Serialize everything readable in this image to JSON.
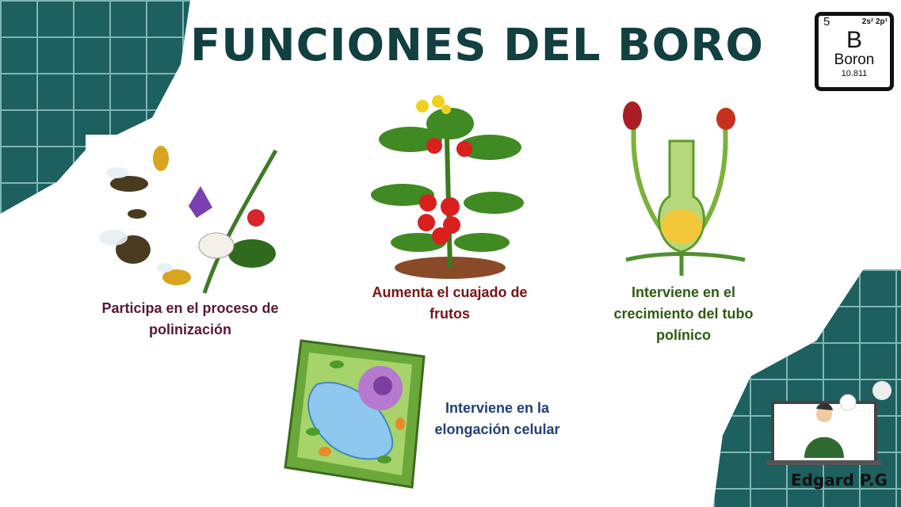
{
  "title": "FUNCIONES DEL BORO",
  "element": {
    "number": "5",
    "config": "2s² 2p¹",
    "symbol": "B",
    "name": "Boron",
    "mass": "10.811"
  },
  "functions": [
    {
      "label": "Participa en el proceso de polinización",
      "color": "#5a1636"
    },
    {
      "label": "Aumenta el cuajado de frutos",
      "color": "#7a1212"
    },
    {
      "label": "Interviene en el crecimiento del tubo polínico",
      "color": "#2f5a12"
    },
    {
      "label": "Interviene en la elongación celular",
      "color": "#1f3f7a"
    }
  ],
  "author": "Edgard P.G",
  "colors": {
    "background_grid": "#1e5f60",
    "title": "#123f40"
  }
}
